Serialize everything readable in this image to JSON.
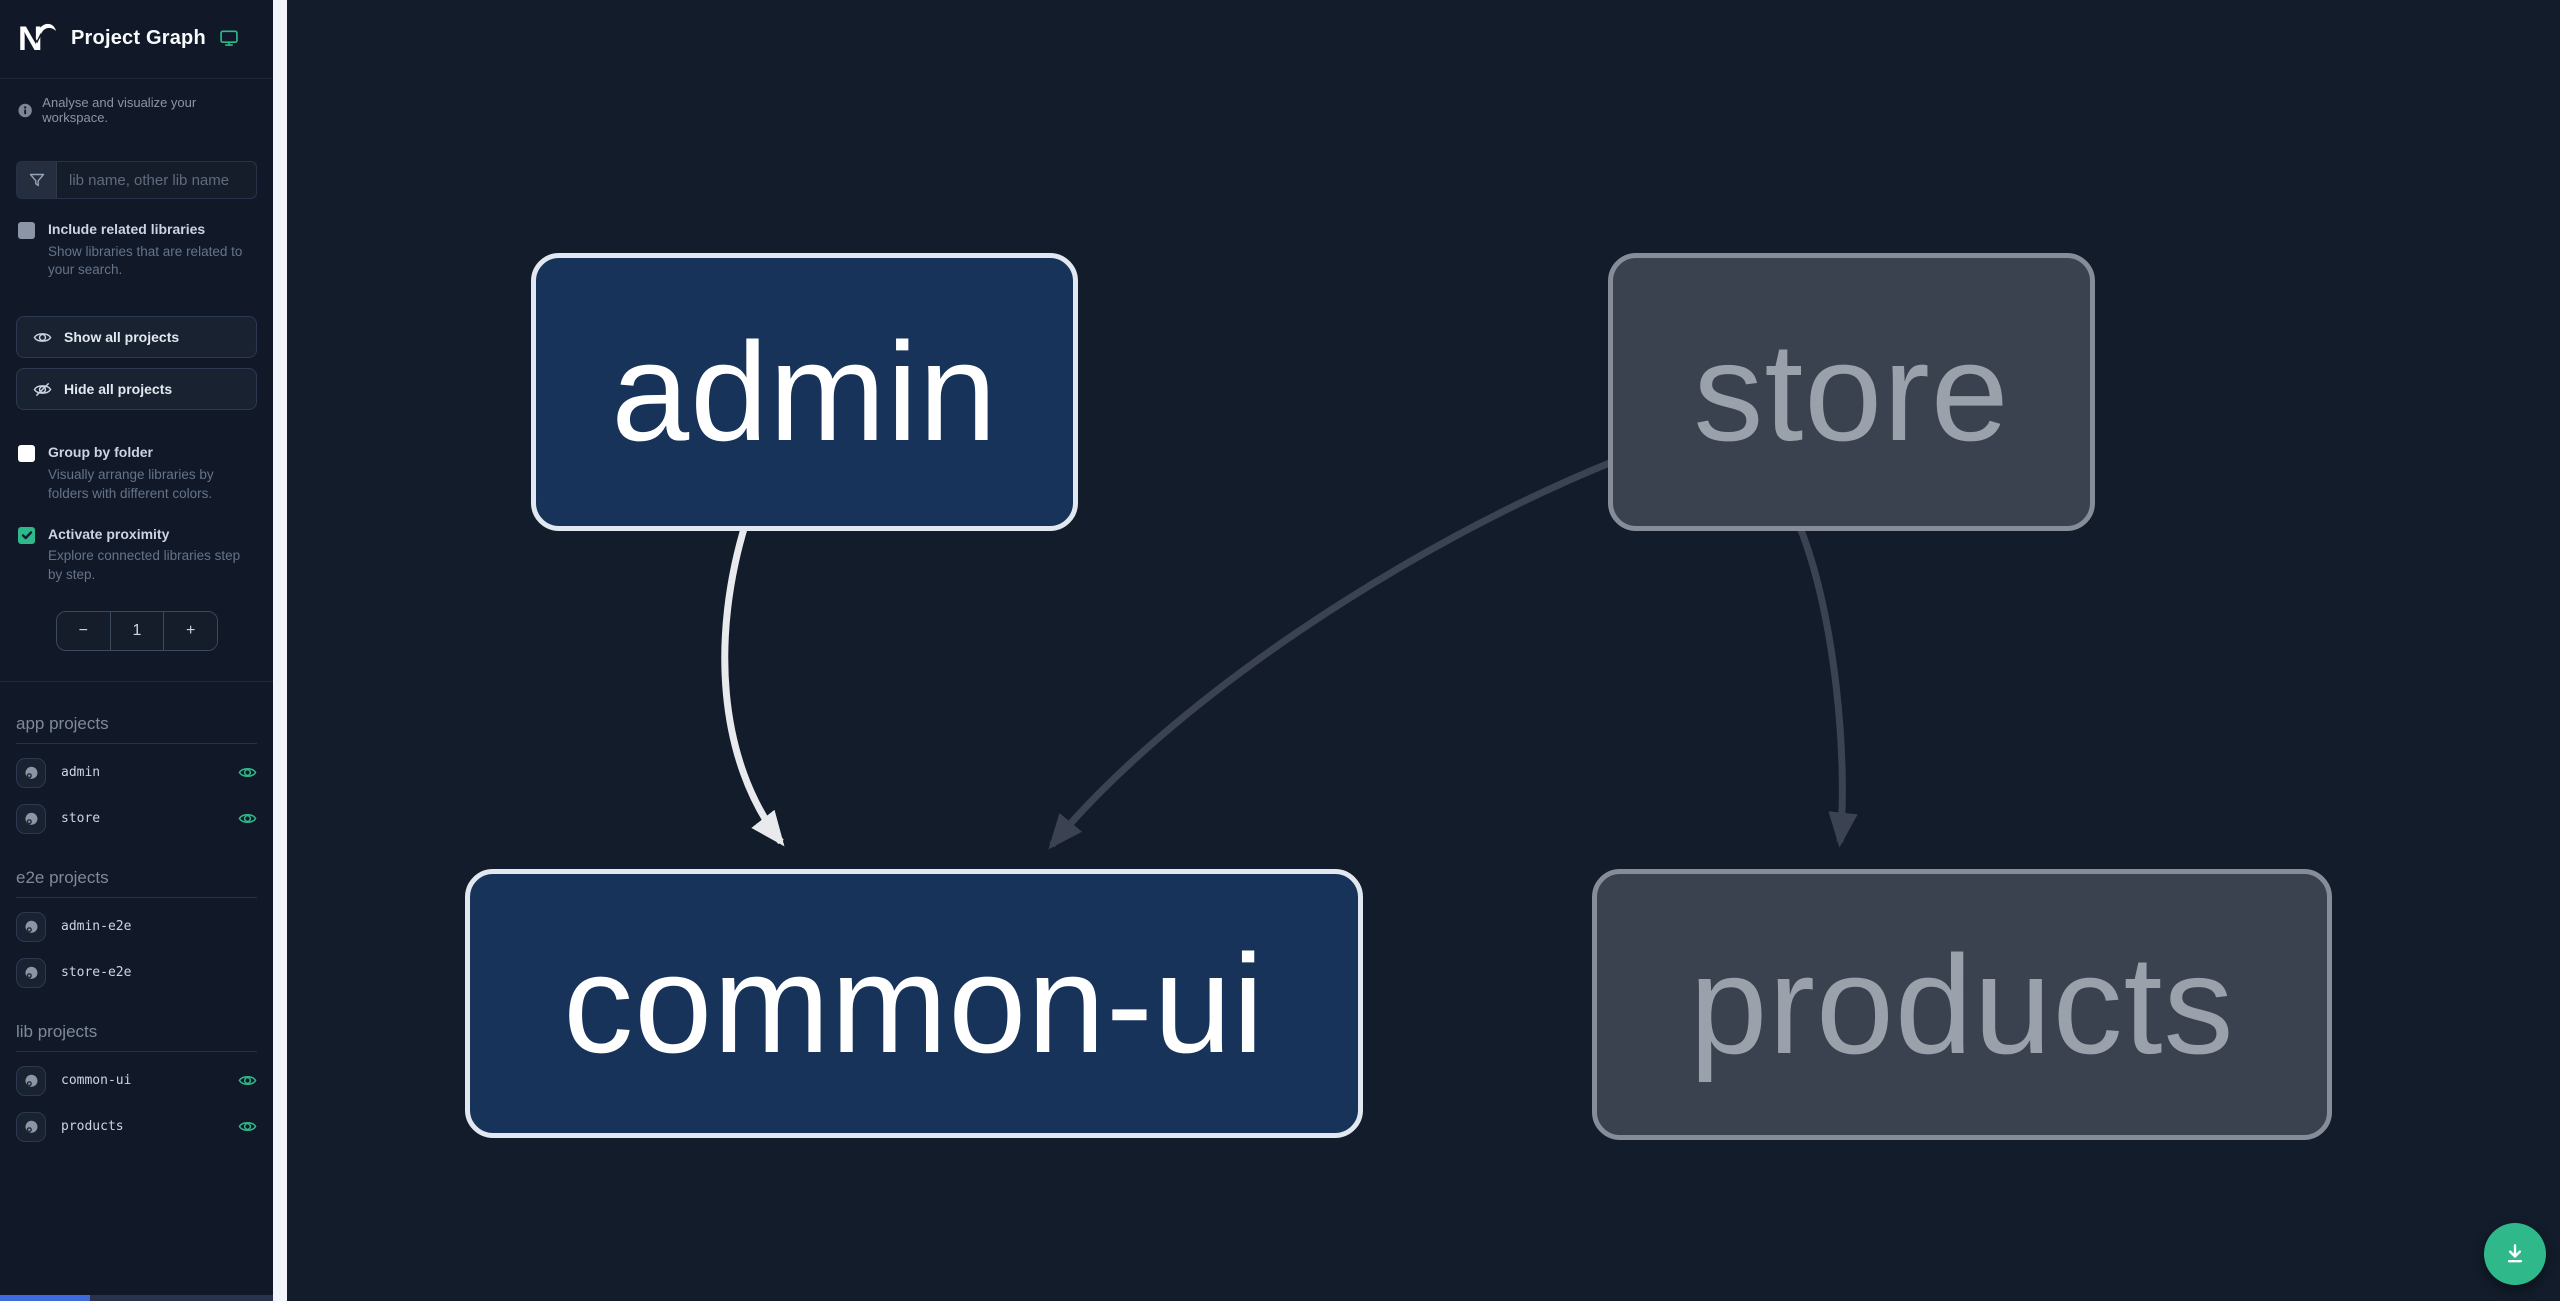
{
  "header": {
    "title": "Project Graph"
  },
  "sidebar": {
    "tagline": "Analyse and visualize your workspace.",
    "filter": {
      "placeholder": "lib name, other lib name"
    },
    "checkboxes": [
      {
        "label": "Include related libraries",
        "description": "Show libraries that are related to your search.",
        "checked": false,
        "disabled": true
      },
      {
        "label": "Group by folder",
        "description": "Visually arrange libraries by folders with different colors.",
        "checked": false
      },
      {
        "label": "Activate proximity",
        "description": "Explore connected libraries step by step.",
        "checked": true
      }
    ],
    "buttons": [
      {
        "label": "Show all projects"
      },
      {
        "label": "Hide all projects"
      }
    ],
    "proximity_stepper": {
      "decrement": "−",
      "value": "1",
      "increment": "+"
    },
    "sections": [
      {
        "heading": "app projects",
        "items": [
          {
            "name": "admin",
            "visible": true
          },
          {
            "name": "store",
            "visible": true
          }
        ]
      },
      {
        "heading": "e2e projects",
        "items": [
          {
            "name": "admin-e2e",
            "visible": false
          },
          {
            "name": "store-e2e",
            "visible": false
          }
        ]
      },
      {
        "heading": "lib projects",
        "items": [
          {
            "name": "common-ui",
            "visible": true
          },
          {
            "name": "products",
            "visible": true
          }
        ]
      }
    ]
  },
  "graph": {
    "nodes": [
      {
        "id": "admin",
        "label": "admin",
        "type": "app",
        "state": "focused"
      },
      {
        "id": "store",
        "label": "store",
        "type": "app",
        "state": "dimmed"
      },
      {
        "id": "common-ui",
        "label": "common-ui",
        "type": "lib",
        "state": "focused"
      },
      {
        "id": "products",
        "label": "products",
        "type": "lib",
        "state": "dimmed"
      }
    ],
    "edges": [
      {
        "source": "admin",
        "target": "common-ui",
        "highlighted": true
      },
      {
        "source": "store",
        "target": "common-ui",
        "highlighted": false
      },
      {
        "source": "store",
        "target": "products",
        "highlighted": false
      }
    ]
  },
  "colors": {
    "accent": "#2fb889",
    "sidebar_bg": "#111827",
    "canvas_bg": "#131c2b",
    "node_focused_fill": "#17335a",
    "node_focused_border": "#e2e8f0",
    "node_dimmed_fill": "#3a414f",
    "node_dimmed_border": "#868d98",
    "edge_highlight": "#e8eaed",
    "edge_dimmed": "#3b4353"
  }
}
